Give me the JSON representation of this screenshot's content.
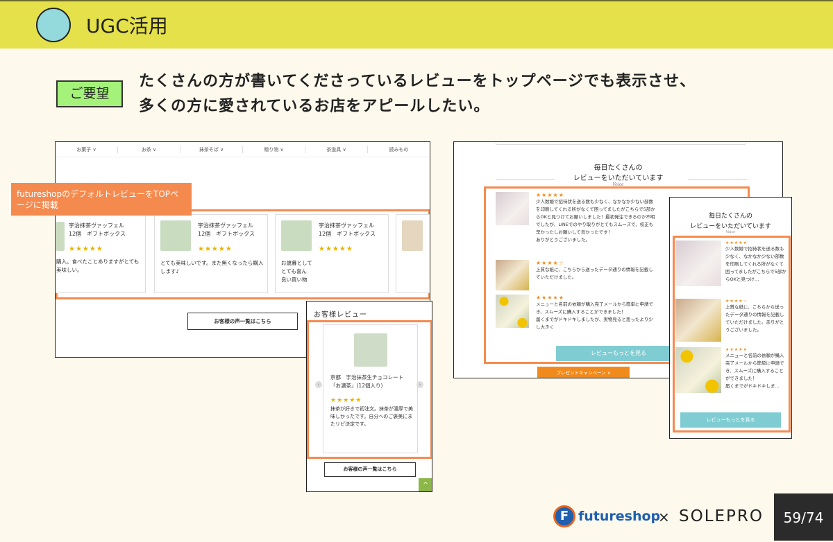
{
  "header": {
    "title": "UGC活用"
  },
  "request": {
    "badge": "ご要望",
    "line1": "たくさんの方が書いてくださっているレビューをトップページでも表示させ、",
    "line2": "多くの方に愛されているお店をアピールしたい。"
  },
  "callout": {
    "text": "futureshopのデフォルトレビューをTOPページに掲載"
  },
  "shot1": {
    "nav": [
      "お菓子 ∨",
      "お茶 ∨",
      "抹茶そば ∨",
      "贈り物 ∨",
      "茶道具 ∨",
      "読みもの"
    ],
    "cards": [
      {
        "name": "宇治抹茶ヴァッフェル\n12個　ギフトボックス",
        "stars": "★★★★★",
        "text": "購入。食べたことありますがとても美味しい。"
      },
      {
        "name": "宇治抹茶ヴァッフェル\n12個　ギフトボックス",
        "stars": "★★★★★",
        "text": "とても美味しいです。また無くなったら購入します♪"
      },
      {
        "name": "宇治抹茶ヴァッフェル\n12個　ギフトボックス",
        "stars": "★★★★★",
        "text": "お歳暮として\nとても喜ん\n良い買い物"
      }
    ],
    "button": "お客様の声一覧はこちら"
  },
  "shot2": {
    "heading": "お客様レビュー",
    "product": "京都　宇治抹茶生チョコレート\n「お濃茶」(12個入り)",
    "stars": "★★★★★",
    "text": "抹茶が好きで初注文。抹茶が濃厚で美味しかったです。自分へのご褒美にまたリピ決定です。",
    "button": "お客様の声一覧はこちら",
    "to_top": "^"
  },
  "shot3": {
    "heading1": "毎日たくさんの",
    "heading2": "レビューをいただいています",
    "script": "Voice",
    "reviews": [
      {
        "stars": "★★★★★",
        "text": "少人数婚で招待状を送る数も少なく、なかなか少ない部数を印刷してくれる所がなくて困ってましたがこちらで5部からOKと見つけてお願いしました！最初発注できるのか不明でしたが、LINEでのやり取りがとてもスムーズで、校正も早かったしお願いして良かったです！\nありがとうございました。"
      },
      {
        "stars": "★★★★☆",
        "text": "上質な紙に、こちらから送ったデータ通りの情報を記載していただけました。"
      },
      {
        "stars": "★★★★★",
        "text": "メニューと名前の依頼が購入完了メールから簡単に申請でき、スムーズに購入することができました！\n届くまでがドキドキしましたが、実物見ると思ったより少し大きく"
      }
    ],
    "more_button": "レビューもっとを見る",
    "campaign": "プレゼントキャンペーン ∨"
  },
  "shot4": {
    "heading1": "毎日たくさんの",
    "heading2": "レビューをいただいています",
    "script": "Voice",
    "reviews": [
      {
        "stars": "★★★★★",
        "text": "少人数婚で招待状を送る数も少なく、なかなか少ない部数を印刷してくれる所がなくて困ってましたがこちらで5部からOKと見つけ…"
      },
      {
        "stars": "★★★★☆",
        "text": "上質な紙に、こちらから送ったデータ通りの情報を記載していただけました。ありがとうございました。"
      },
      {
        "stars": "★★★★★",
        "text": "メニューと名前の依頼が購入完了メールから簡単に申請でき、スムーズに購入することができました！\n届くまでがドキドキしま…"
      }
    ],
    "more_button": "レビューもっとを見る"
  },
  "footer": {
    "brand1": "futureshop",
    "times": "×",
    "brand2": "SOLEPRO",
    "page": "59/74"
  },
  "colors": {
    "header": "#e5e14a",
    "accent_orange": "#f58a4f",
    "badge_green": "#a4f27a",
    "teal": "#7fcdd3"
  }
}
